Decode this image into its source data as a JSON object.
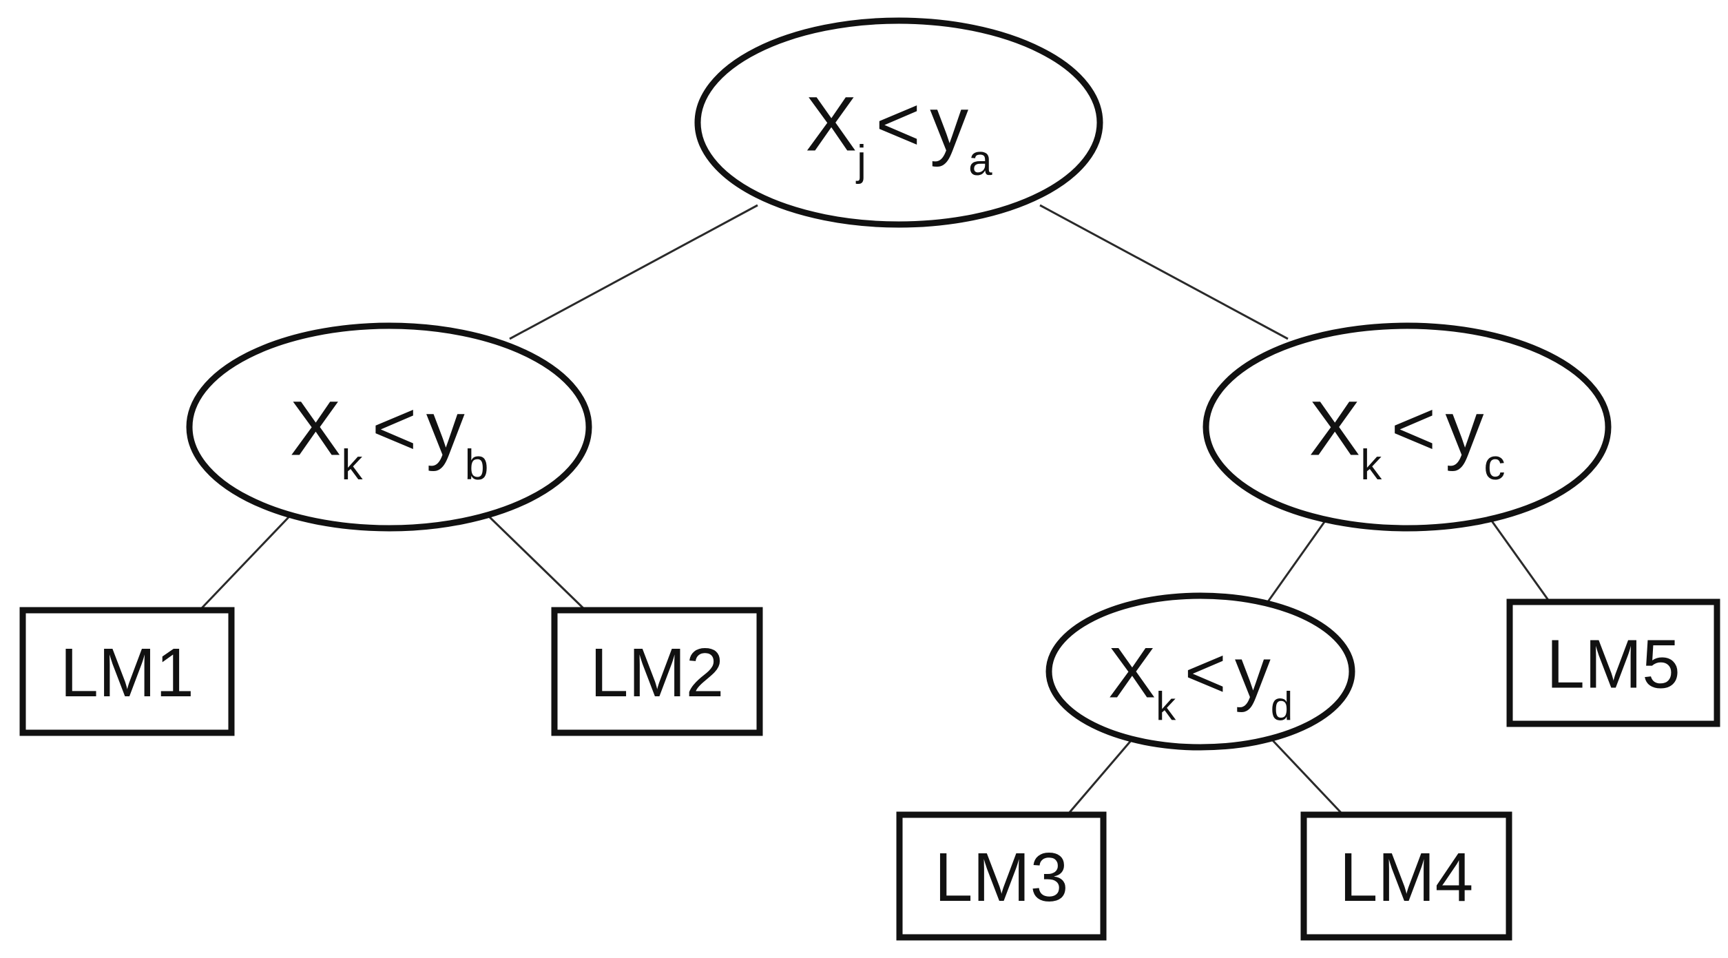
{
  "tree": {
    "nodes": [
      {
        "id": "root",
        "kind": "decision",
        "var": "X",
        "var_sub": "j",
        "op": "<",
        "val": "y",
        "val_sub": "a"
      },
      {
        "id": "left",
        "kind": "decision",
        "var": "X",
        "var_sub": "k",
        "op": "<",
        "val": "y",
        "val_sub": "b"
      },
      {
        "id": "right",
        "kind": "decision",
        "var": "X",
        "var_sub": "k",
        "op": "<",
        "val": "y",
        "val_sub": "c"
      },
      {
        "id": "rleft",
        "kind": "decision",
        "var": "X",
        "var_sub": "k",
        "op": "<",
        "val": "y",
        "val_sub": "d"
      },
      {
        "id": "lm1",
        "kind": "leaf",
        "label": "LM1"
      },
      {
        "id": "lm2",
        "kind": "leaf",
        "label": "LM2"
      },
      {
        "id": "lm3",
        "kind": "leaf",
        "label": "LM3"
      },
      {
        "id": "lm4",
        "kind": "leaf",
        "label": "LM4"
      },
      {
        "id": "lm5",
        "kind": "leaf",
        "label": "LM5"
      }
    ],
    "edges": [
      [
        "root",
        "left"
      ],
      [
        "root",
        "right"
      ],
      [
        "left",
        "lm1"
      ],
      [
        "left",
        "lm2"
      ],
      [
        "right",
        "rleft"
      ],
      [
        "right",
        "lm5"
      ],
      [
        "rleft",
        "lm3"
      ],
      [
        "rleft",
        "lm4"
      ]
    ]
  }
}
